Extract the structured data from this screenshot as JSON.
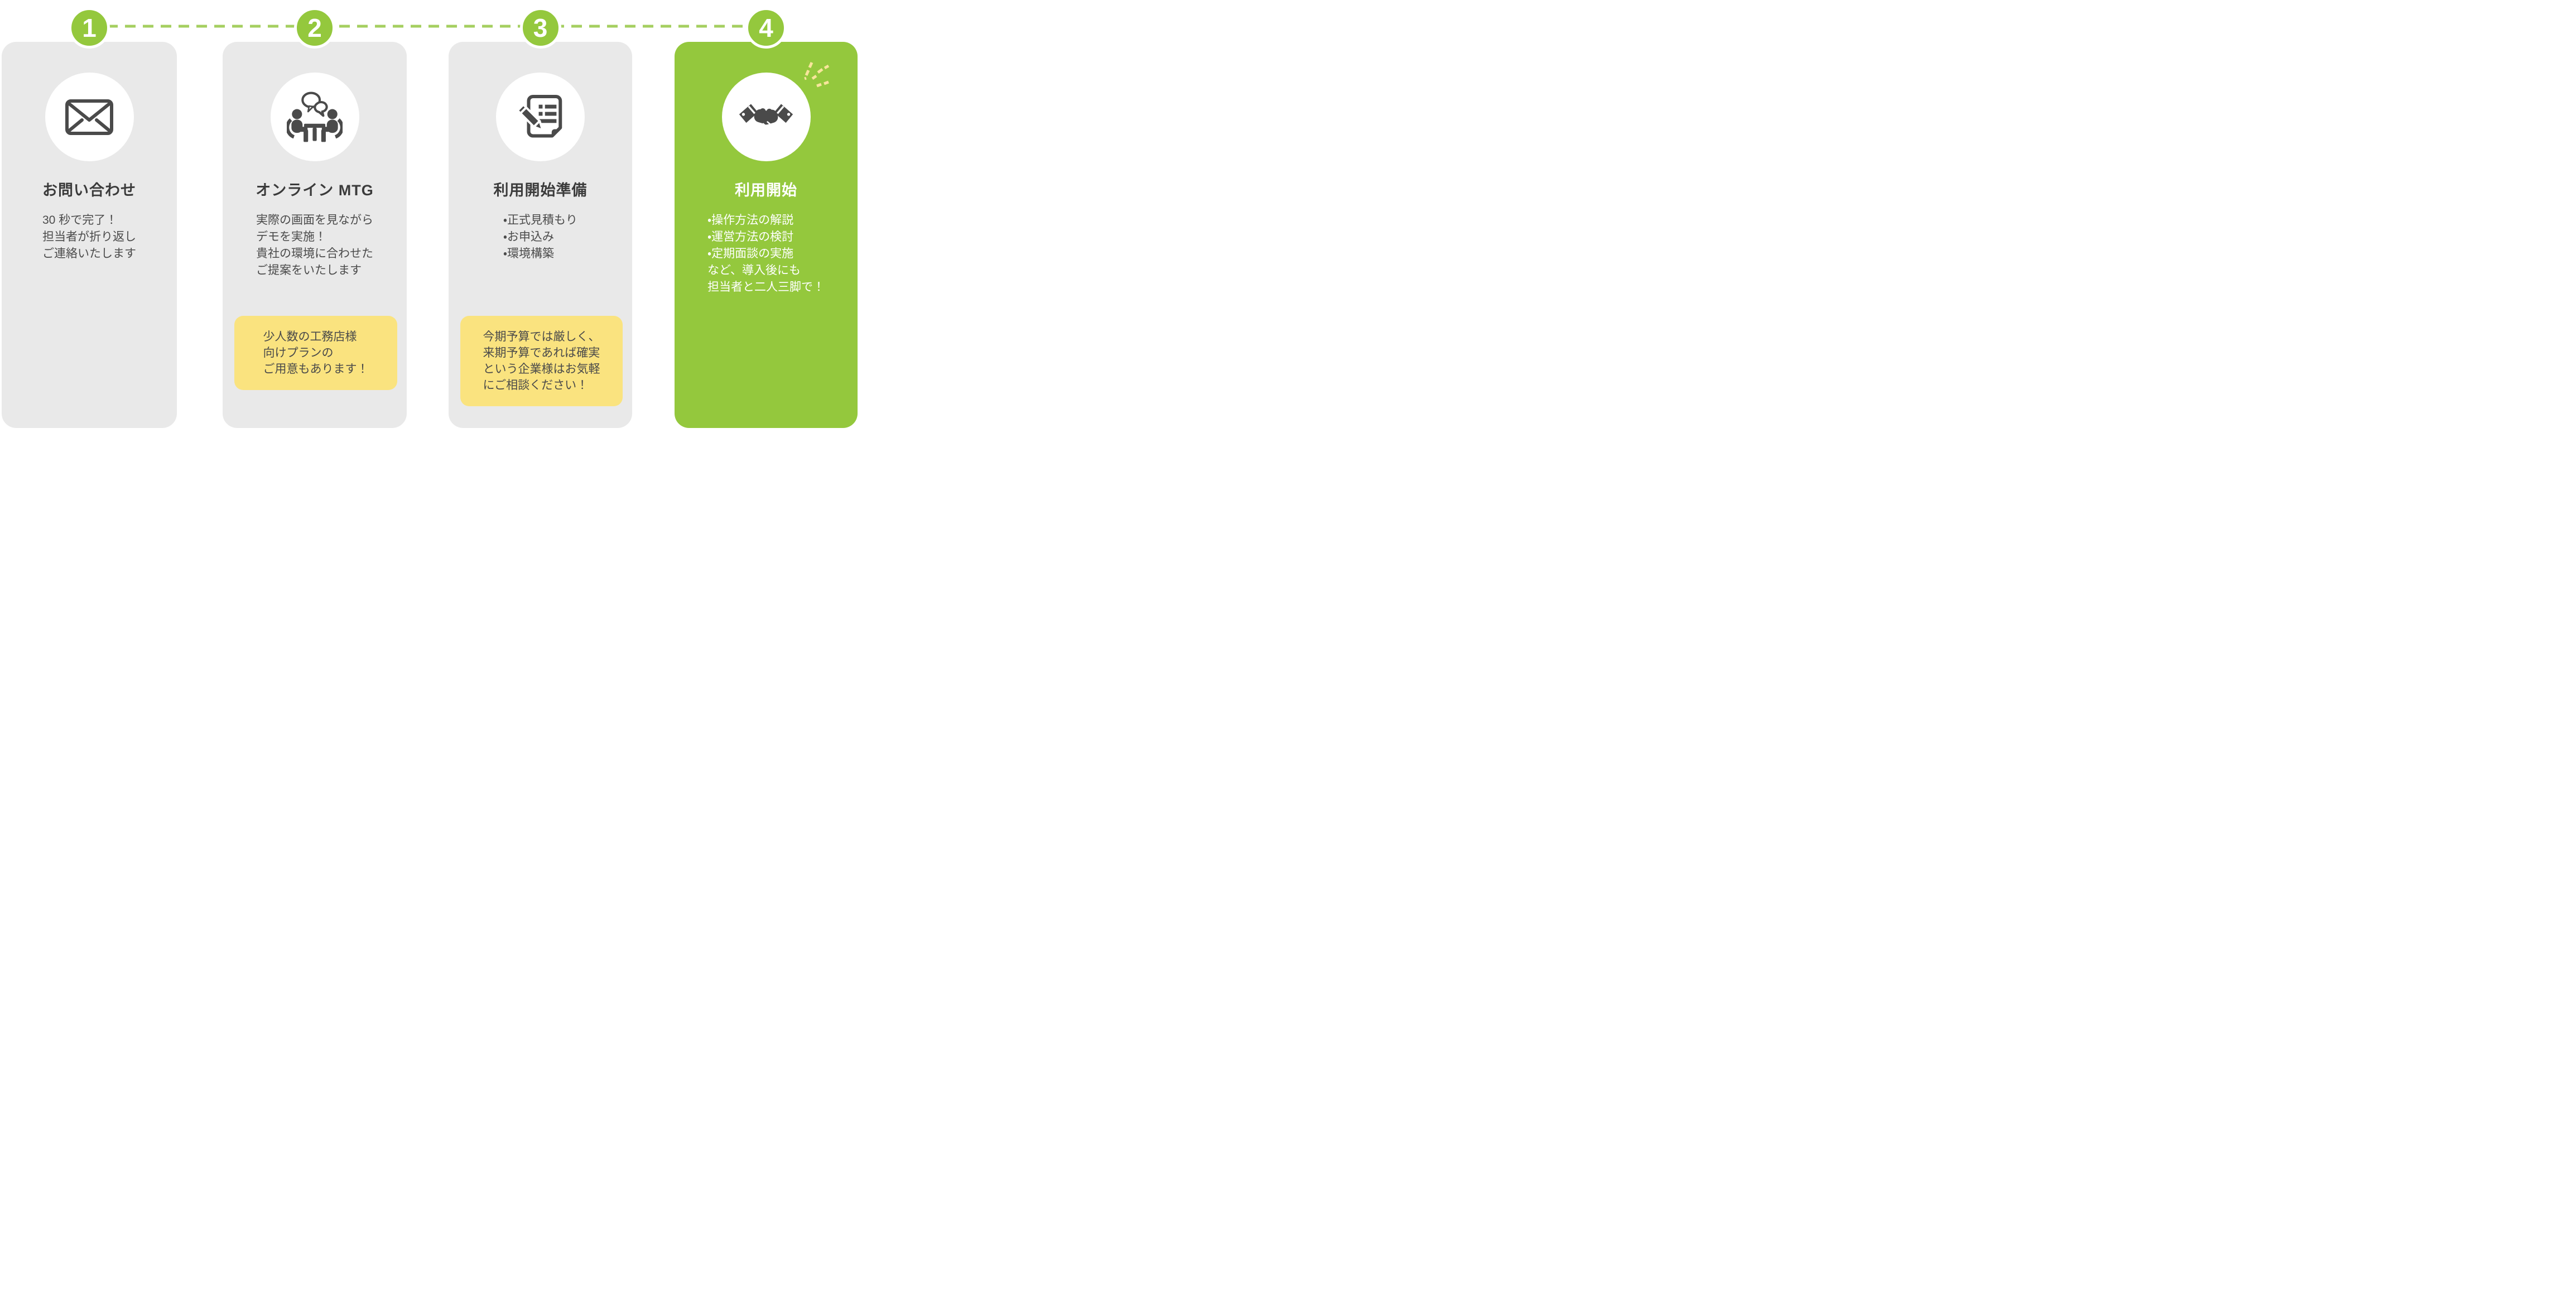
{
  "infographic": {
    "type": "onboarding-step-flow",
    "steps": [
      {
        "number": "1",
        "title": "お問い合わせ",
        "icon": "envelope-icon",
        "body_lines": [
          "30 秒で完了！",
          "担当者が折り返し",
          "ご連絡いたします"
        ],
        "note_lines": [],
        "highlighted": false
      },
      {
        "number": "2",
        "title": "オンライン MTG",
        "icon": "meeting-icon",
        "body_lines": [
          "実際の画面を見ながら",
          "デモを実施！",
          "貴社の環境に合わせた",
          "ご提案をいたします"
        ],
        "note_lines": [
          "少人数の工務店様",
          "向けプランの",
          "ご用意もあります！"
        ],
        "highlighted": false
      },
      {
        "number": "3",
        "title": "利用開始準備",
        "icon": "document-pencil-icon",
        "body_lines": [
          "・正式見積もり",
          "・お申込み",
          "・環境構築"
        ],
        "note_lines": [
          "今期予算では厳しく、",
          "来期予算であれば確実",
          "という企業様はお気軽",
          "にご相談ください！"
        ],
        "highlighted": false
      },
      {
        "number": "4",
        "title": "利用開始",
        "icon": "handshake-icon",
        "body_lines": [
          "・操作方法の解説",
          "・運営方法の検討",
          "・定期面談の実施",
          "など、導入後にも",
          "担当者と二人三脚で！"
        ],
        "note_lines": [],
        "highlighted": true
      }
    ],
    "colors": {
      "accent_green": "#94c83d",
      "dash_green": "#a5cf60",
      "card_gray": "#e9e9e9",
      "note_yellow": "#fae37f",
      "sparkle_yellow": "#f8e59b",
      "title_text": "#3b3b3b",
      "body_text": "#4b4b4b",
      "icon_dark": "#4a4a4a",
      "badge_text": "#ffffff"
    }
  }
}
